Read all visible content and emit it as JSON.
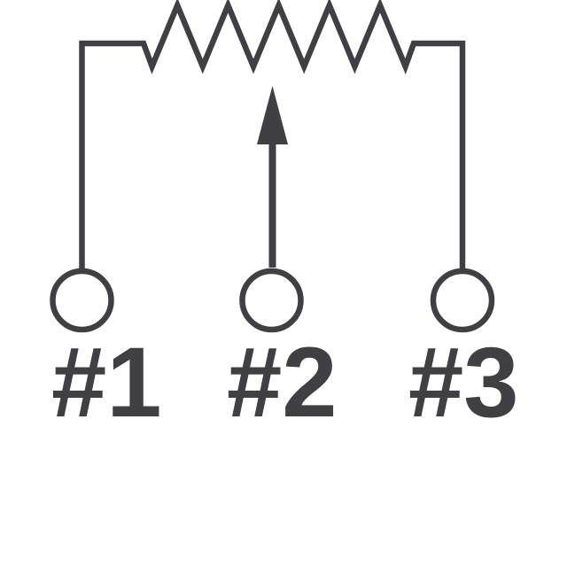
{
  "diagram": {
    "kind": "potentiometer-schematic-symbol",
    "background_color": "#ffffff",
    "stroke_color": "#404044",
    "components": {
      "resistor": "resistor-zigzag",
      "wiper": "wiper-arrow",
      "terminal_style": "open-circle"
    },
    "terminals": [
      {
        "label": "#1",
        "position": "left"
      },
      {
        "label": "#2",
        "position": "center"
      },
      {
        "label": "#3",
        "position": "right"
      }
    ]
  }
}
